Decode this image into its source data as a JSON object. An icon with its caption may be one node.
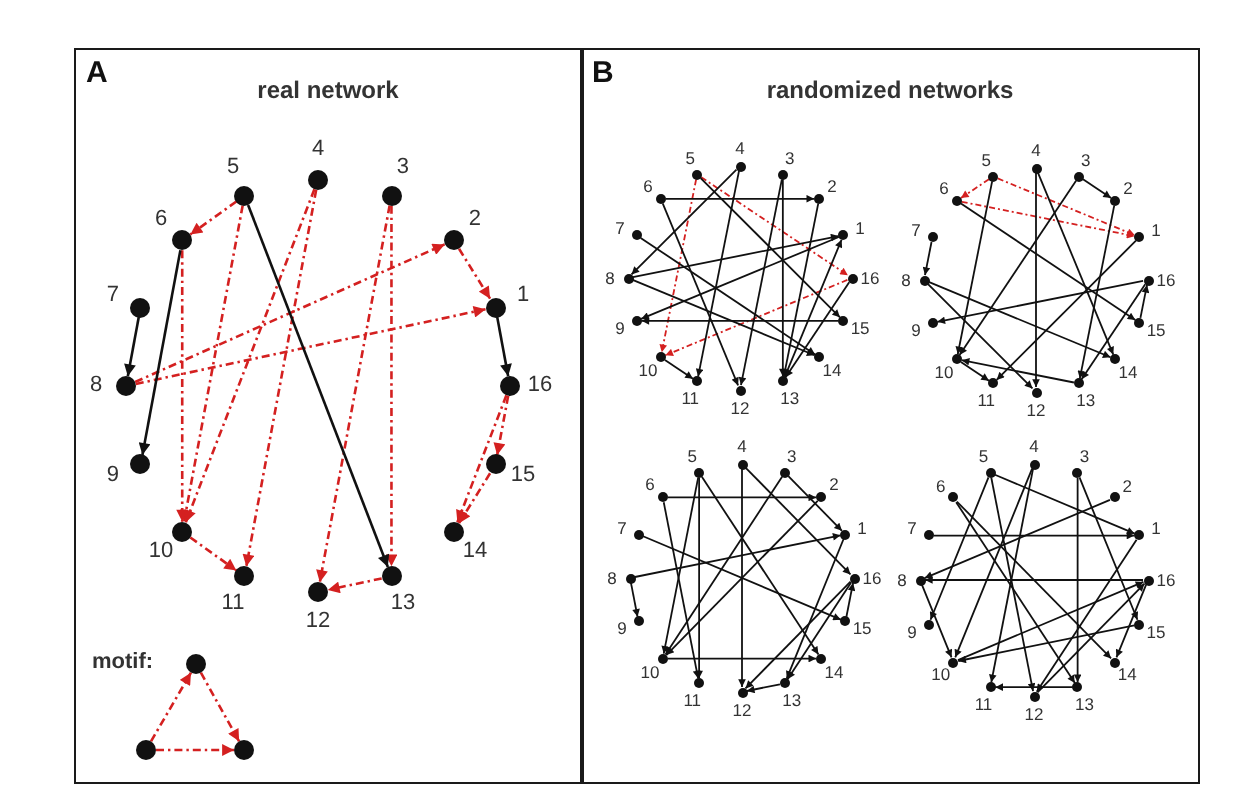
{
  "diagram": {
    "nodes": [
      {
        "text": [
          "A",
          "real network"
        ]
      },
      {
        "text": [],
        "shape": "circle",
        "beside": [
          "4"
        ],
        "in": 0
      },
      {
        "text": [],
        "shape": "circle",
        "beside": [
          "5"
        ],
        "in": 0
      },
      {
        "text": [],
        "shape": "circle",
        "beside": [
          "3"
        ],
        "in": 0
      },
      {
        "text": [],
        "shape": "circle",
        "beside": [
          "6"
        ],
        "in": 0
      },
      {
        "text": [],
        "shape": "circle",
        "beside": [
          "2"
        ],
        "in": 0
      },
      {
        "text": [],
        "shape": "circle",
        "beside": [
          "7"
        ],
        "in": 0
      },
      {
        "text": [],
        "shape": "circle",
        "beside": [
          "1"
        ],
        "in": 0
      },
      {
        "text": [],
        "shape": "circle",
        "beside": [
          "8"
        ],
        "in": 0
      },
      {
        "text": [],
        "shape": "circle",
        "beside": [
          "16"
        ],
        "in": 0
      },
      {
        "text": [],
        "shape": "circle",
        "beside": [
          "9"
        ],
        "in": 0
      },
      {
        "text": [],
        "shape": "circle",
        "beside": [
          "15"
        ],
        "in": 0
      },
      {
        "text": [],
        "shape": "circle",
        "beside": [
          "10"
        ],
        "in": 0
      },
      {
        "text": [],
        "shape": "circle",
        "beside": [
          "14"
        ],
        "in": 0
      },
      {
        "text": [],
        "shape": "circle",
        "beside": [
          "11"
        ],
        "in": 0
      },
      {
        "text": [],
        "shape": "circle",
        "beside": [
          "13"
        ],
        "in": 0
      },
      {
        "text": [],
        "shape": "circle",
        "beside": [
          "12"
        ],
        "in": 0
      },
      {
        "text": [],
        "shape": "circle",
        "in": 0
      },
      {
        "text": [],
        "shape": "circle",
        "in": 0
      },
      {
        "text": [],
        "shape": "circle",
        "in": 0
      },
      {
        "text": [
          "B",
          "randomized networks"
        ]
      },
      {
        "text": [],
        "shape": "circle",
        "beside": [
          "4"
        ],
        "in": 20
      },
      {
        "text": [],
        "shape": "circle",
        "beside": [
          "5"
        ],
        "in": 20
      },
      {
        "text": [],
        "shape": "circle",
        "beside": [
          "3"
        ],
        "in": 20
      },
      {
        "text": [],
        "shape": "circle",
        "beside": [
          "6"
        ],
        "in": 20
      },
      {
        "text": [],
        "shape": "circle",
        "beside": [
          "2"
        ],
        "in": 20
      },
      {
        "text": [],
        "shape": "circle",
        "beside": [
          "7"
        ],
        "in": 20
      },
      {
        "text": [],
        "shape": "circle",
        "beside": [
          "1"
        ],
        "in": 20
      },
      {
        "text": [],
        "shape": "circle",
        "beside": [
          "8"
        ],
        "in": 20
      },
      {
        "text": [],
        "shape": "circle",
        "beside": [
          "16"
        ],
        "in": 20
      },
      {
        "text": [],
        "shape": "circle",
        "beside": [
          "9"
        ],
        "in": 20
      },
      {
        "text": [],
        "shape": "circle",
        "beside": [
          "15"
        ],
        "in": 20
      },
      {
        "text": [],
        "shape": "circle",
        "beside": [
          "10"
        ],
        "in": 20
      },
      {
        "text": [],
        "shape": "circle",
        "beside": [
          "14"
        ],
        "in": 20
      },
      {
        "text": [],
        "shape": "circle",
        "beside": [
          "11"
        ],
        "in": 20
      },
      {
        "text": [],
        "shape": "circle",
        "beside": [
          "13"
        ],
        "in": 20
      },
      {
        "text": [],
        "shape": "circle",
        "beside": [
          "12"
        ],
        "in": 20
      },
      {
        "text": [],
        "shape": "circle",
        "beside": [
          "4"
        ],
        "in": 20
      },
      {
        "text": [],
        "shape": "circle",
        "beside": [
          "5"
        ],
        "in": 20
      },
      {
        "text": [],
        "shape": "circle",
        "beside": [
          "3"
        ],
        "in": 20
      },
      {
        "text": [],
        "shape": "circle",
        "beside": [
          "6"
        ],
        "in": 20
      },
      {
        "text": [],
        "shape": "circle",
        "beside": [
          "2"
        ],
        "in": 20
      },
      {
        "text": [],
        "shape": "circle",
        "beside": [
          "7"
        ],
        "in": 20
      },
      {
        "text": [],
        "shape": "circle",
        "beside": [
          "1"
        ],
        "in": 20
      },
      {
        "text": [],
        "shape": "circle",
        "beside": [
          "8"
        ],
        "in": 20
      },
      {
        "text": [],
        "shape": "circle",
        "beside": [
          "16"
        ],
        "in": 20
      },
      {
        "text": [],
        "shape": "circle",
        "beside": [
          "9"
        ],
        "in": 20
      },
      {
        "text": [],
        "shape": "circle",
        "beside": [
          "15"
        ],
        "in": 20
      },
      {
        "text": [],
        "shape": "circle",
        "beside": [
          "10"
        ],
        "in": 20
      },
      {
        "text": [],
        "shape": "circle",
        "beside": [
          "14"
        ],
        "in": 20
      },
      {
        "text": [],
        "shape": "circle",
        "beside": [
          "11"
        ],
        "in": 20
      },
      {
        "text": [],
        "shape": "circle",
        "beside": [
          "13"
        ],
        "in": 20
      },
      {
        "text": [],
        "shape": "circle",
        "beside": [
          "12"
        ],
        "in": 20
      },
      {
        "text": [],
        "shape": "circle",
        "beside": [
          "4"
        ],
        "in": 20
      },
      {
        "text": [],
        "shape": "circle",
        "beside": [
          "5"
        ],
        "in": 20
      },
      {
        "text": [],
        "shape": "circle",
        "beside": [
          "3"
        ],
        "in": 20
      },
      {
        "text": [],
        "shape": "circle",
        "beside": [
          "6"
        ],
        "in": 20
      },
      {
        "text": [],
        "shape": "circle",
        "beside": [
          "2"
        ],
        "in": 20
      },
      {
        "text": [],
        "shape": "circle",
        "beside": [
          "7"
        ],
        "in": 20
      },
      {
        "text": [],
        "shape": "circle",
        "beside": [
          "1"
        ],
        "in": 20
      },
      {
        "text": [],
        "shape": "circle",
        "beside": [
          "8"
        ],
        "in": 20
      },
      {
        "text": [],
        "shape": "circle",
        "beside": [
          "16"
        ],
        "in": 20
      },
      {
        "text": [],
        "shape": "circle",
        "beside": [
          "9"
        ],
        "in": 20
      },
      {
        "text": [],
        "shape": "circle",
        "beside": [
          "15"
        ],
        "in": 20
      },
      {
        "text": [],
        "shape": "circle",
        "beside": [
          "10"
        ],
        "in": 20
      },
      {
        "text": [],
        "shape": "circle",
        "beside": [
          "14"
        ],
        "in": 20
      },
      {
        "text": [],
        "shape": "circle",
        "beside": [
          "11"
        ],
        "in": 20
      },
      {
        "text": [],
        "shape": "circle",
        "beside": [
          "13"
        ],
        "in": 20
      },
      {
        "text": [],
        "shape": "circle",
        "beside": [
          "12"
        ],
        "in": 20
      },
      {
        "text": [],
        "shape": "circle",
        "beside": [
          "4"
        ],
        "in": 20
      },
      {
        "text": [],
        "shape": "circle",
        "beside": [
          "5"
        ],
        "in": 20
      },
      {
        "text": [],
        "shape": "circle",
        "beside": [
          "3"
        ],
        "in": 20
      },
      {
        "text": [],
        "shape": "circle",
        "beside": [
          "6"
        ],
        "in": 20
      },
      {
        "text": [],
        "shape": "circle",
        "beside": [
          "2"
        ],
        "in": 20
      },
      {
        "text": [],
        "shape": "circle",
        "beside": [
          "7"
        ],
        "in": 20
      },
      {
        "text": [],
        "shape": "circle",
        "beside": [
          "1"
        ],
        "in": 20
      },
      {
        "text": [],
        "shape": "circle",
        "beside": [
          "8"
        ],
        "in": 20
      },
      {
        "text": [],
        "shape": "circle",
        "beside": [
          "16"
        ],
        "in": 20
      },
      {
        "text": [],
        "shape": "circle",
        "beside": [
          "9"
        ],
        "in": 20
      },
      {
        "text": [],
        "shape": "circle",
        "beside": [
          "15"
        ],
        "in": 20
      },
      {
        "text": [],
        "shape": "circle",
        "beside": [
          "10"
        ],
        "in": 20
      },
      {
        "text": [],
        "shape": "circle",
        "beside": [
          "14"
        ],
        "in": 20
      },
      {
        "text": [],
        "shape": "circle",
        "beside": [
          "11"
        ],
        "in": 20
      },
      {
        "text": [],
        "shape": "circle",
        "beside": [
          "13"
        ],
        "in": 20
      },
      {
        "text": [],
        "shape": "circle",
        "beside": [
          "12"
        ],
        "in": 20
      }
    ],
    "edges": [
      {
        "from": 2,
        "to": 4,
        "arrow": "to",
        "style": "dashed",
        "color": "#d42020"
      },
      {
        "from": 5,
        "to": 7,
        "arrow": "to",
        "style": "dashed",
        "color": "#d42020"
      },
      {
        "from": 8,
        "to": 5,
        "arrow": "to",
        "style": "dashed",
        "color": "#d42020"
      },
      {
        "from": 8,
        "to": 7,
        "arrow": "to",
        "style": "dashed",
        "color": "#d42020"
      },
      {
        "from": 2,
        "to": 12,
        "arrow": "to",
        "style": "dashed",
        "color": "#d42020"
      },
      {
        "from": 4,
        "to": 12,
        "arrow": "to",
        "style": "dashed",
        "color": "#d42020"
      },
      {
        "from": 1,
        "to": 12,
        "arrow": "to",
        "style": "dashed",
        "color": "#d42020"
      },
      {
        "from": 1,
        "to": 14,
        "arrow": "to",
        "style": "dashed",
        "color": "#d42020"
      },
      {
        "from": 12,
        "to": 14,
        "arrow": "to",
        "style": "dashed",
        "color": "#d42020"
      },
      {
        "from": 3,
        "to": 15,
        "arrow": "to",
        "style": "dashed",
        "color": "#d42020"
      },
      {
        "from": 3,
        "to": 16,
        "arrow": "to",
        "style": "dashed",
        "color": "#d42020"
      },
      {
        "from": 15,
        "to": 16,
        "arrow": "to",
        "style": "dashed",
        "color": "#d42020"
      },
      {
        "from": 9,
        "to": 11,
        "arrow": "to",
        "style": "dashed",
        "color": "#d42020"
      },
      {
        "from": 9,
        "to": 13,
        "arrow": "to",
        "style": "dashed",
        "color": "#d42020"
      },
      {
        "from": 11,
        "to": 13,
        "arrow": "to",
        "style": "dashed",
        "color": "#d42020"
      },
      {
        "from": 6,
        "to": 8,
        "arrow": "to"
      },
      {
        "from": 4,
        "to": 10,
        "arrow": "to"
      },
      {
        "from": 7,
        "to": 9,
        "arrow": "to"
      },
      {
        "from": 2,
        "to": 15,
        "arrow": "to"
      },
      {
        "from": 18,
        "to": 17,
        "arrow": "to",
        "style": "dashed",
        "color": "#d42020"
      },
      {
        "from": 17,
        "to": 19,
        "arrow": "to",
        "style": "dashed",
        "color": "#d42020"
      },
      {
        "from": 18,
        "to": 19,
        "arrow": "to",
        "style": "dashed",
        "color": "#d42020"
      },
      {
        "from": 22,
        "to": 29,
        "arrow": "to",
        "style": "dashed",
        "color": "#d42020"
      },
      {
        "from": 29,
        "to": 32,
        "arrow": "to",
        "style": "dashed",
        "color": "#d42020"
      },
      {
        "from": 22,
        "to": 32,
        "arrow": "to",
        "style": "dashed",
        "color": "#d42020"
      },
      {
        "from": 24,
        "to": 25,
        "arrow": "to"
      },
      {
        "from": 21,
        "to": 28,
        "arrow": "to"
      },
      {
        "from": 21,
        "to": 34,
        "arrow": "to"
      },
      {
        "from": 22,
        "to": 31,
        "arrow": "to"
      },
      {
        "from": 26,
        "to": 33,
        "arrow": "to"
      },
      {
        "from": 28,
        "to": 27,
        "arrow": "to"
      },
      {
        "from": 27,
        "to": 30,
        "arrow": "to"
      },
      {
        "from": 23,
        "to": 35,
        "arrow": "to"
      },
      {
        "from": 23,
        "to": 36,
        "arrow": "to"
      },
      {
        "from": 24,
        "to": 36,
        "arrow": "to"
      },
      {
        "from": 28,
        "to": 33,
        "arrow": "to"
      },
      {
        "from": 25,
        "to": 35,
        "arrow": "to"
      },
      {
        "from": 32,
        "to": 34,
        "arrow": "to"
      },
      {
        "from": 35,
        "to": 27,
        "arrow": "to"
      },
      {
        "from": 31,
        "to": 30,
        "arrow": "to"
      },
      {
        "from": 29,
        "to": 35,
        "arrow": "to"
      },
      {
        "from": 38,
        "to": 40,
        "arrow": "to",
        "style": "dashed",
        "color": "#d42020"
      },
      {
        "from": 40,
        "to": 43,
        "arrow": "to",
        "style": "dashed",
        "color": "#d42020"
      },
      {
        "from": 38,
        "to": 43,
        "arrow": "to",
        "style": "dashed",
        "color": "#d42020"
      },
      {
        "from": 37,
        "to": 52,
        "arrow": "to"
      },
      {
        "from": 39,
        "to": 41,
        "arrow": "to"
      },
      {
        "from": 42,
        "to": 44,
        "arrow": "to"
      },
      {
        "from": 44,
        "to": 49,
        "arrow": "to"
      },
      {
        "from": 45,
        "to": 46,
        "arrow": "to"
      },
      {
        "from": 40,
        "to": 47,
        "arrow": "to"
      },
      {
        "from": 38,
        "to": 48,
        "arrow": "to"
      },
      {
        "from": 41,
        "to": 51,
        "arrow": "to"
      },
      {
        "from": 43,
        "to": 50,
        "arrow": "to"
      },
      {
        "from": 39,
        "to": 48,
        "arrow": "to"
      },
      {
        "from": 45,
        "to": 51,
        "arrow": "to"
      },
      {
        "from": 47,
        "to": 45,
        "arrow": "to"
      },
      {
        "from": 48,
        "to": 50,
        "arrow": "to"
      },
      {
        "from": 37,
        "to": 49,
        "arrow": "to"
      },
      {
        "from": 51,
        "to": 48,
        "arrow": "to"
      },
      {
        "from": 44,
        "to": 52,
        "arrow": "to"
      },
      {
        "from": 56,
        "to": 57,
        "arrow": "to"
      },
      {
        "from": 53,
        "to": 68,
        "arrow": "to"
      },
      {
        "from": 54,
        "to": 65,
        "arrow": "to"
      },
      {
        "from": 54,
        "to": 64,
        "arrow": "to"
      },
      {
        "from": 55,
        "to": 64,
        "arrow": "to"
      },
      {
        "from": 58,
        "to": 63,
        "arrow": "to"
      },
      {
        "from": 60,
        "to": 59,
        "arrow": "to"
      },
      {
        "from": 59,
        "to": 67,
        "arrow": "to"
      },
      {
        "from": 61,
        "to": 67,
        "arrow": "to"
      },
      {
        "from": 61,
        "to": 68,
        "arrow": "to"
      },
      {
        "from": 60,
        "to": 62,
        "arrow": "to"
      },
      {
        "from": 56,
        "to": 66,
        "arrow": "to"
      },
      {
        "from": 54,
        "to": 66,
        "arrow": "to"
      },
      {
        "from": 55,
        "to": 59,
        "arrow": "to"
      },
      {
        "from": 57,
        "to": 64,
        "arrow": "to"
      },
      {
        "from": 53,
        "to": 61,
        "arrow": "to"
      },
      {
        "from": 64,
        "to": 65,
        "arrow": "to"
      },
      {
        "from": 67,
        "to": 68,
        "arrow": "to"
      },
      {
        "from": 63,
        "to": 61,
        "arrow": "to"
      },
      {
        "from": 74,
        "to": 75,
        "arrow": "to"
      },
      {
        "from": 77,
        "to": 76,
        "arrow": "to"
      },
      {
        "from": 70,
        "to": 75,
        "arrow": "to"
      },
      {
        "from": 72,
        "to": 83,
        "arrow": "to"
      },
      {
        "from": 71,
        "to": 83,
        "arrow": "to"
      },
      {
        "from": 69,
        "to": 80,
        "arrow": "to"
      },
      {
        "from": 69,
        "to": 82,
        "arrow": "to"
      },
      {
        "from": 73,
        "to": 76,
        "arrow": "to"
      },
      {
        "from": 80,
        "to": 77,
        "arrow": "to"
      },
      {
        "from": 70,
        "to": 78,
        "arrow": "to"
      },
      {
        "from": 70,
        "to": 84,
        "arrow": "to"
      },
      {
        "from": 72,
        "to": 81,
        "arrow": "to"
      },
      {
        "from": 71,
        "to": 79,
        "arrow": "to"
      },
      {
        "from": 75,
        "to": 84,
        "arrow": "to"
      },
      {
        "from": 77,
        "to": 81,
        "arrow": "to"
      },
      {
        "from": 79,
        "to": 80,
        "arrow": "to"
      },
      {
        "from": 83,
        "to": 82,
        "arrow": "to"
      },
      {
        "from": 76,
        "to": 80,
        "arrow": "to"
      },
      {
        "from": 84,
        "to": 77,
        "arrow": "to"
      }
    ],
    "labels": [
      "motif:"
    ]
  }
}
